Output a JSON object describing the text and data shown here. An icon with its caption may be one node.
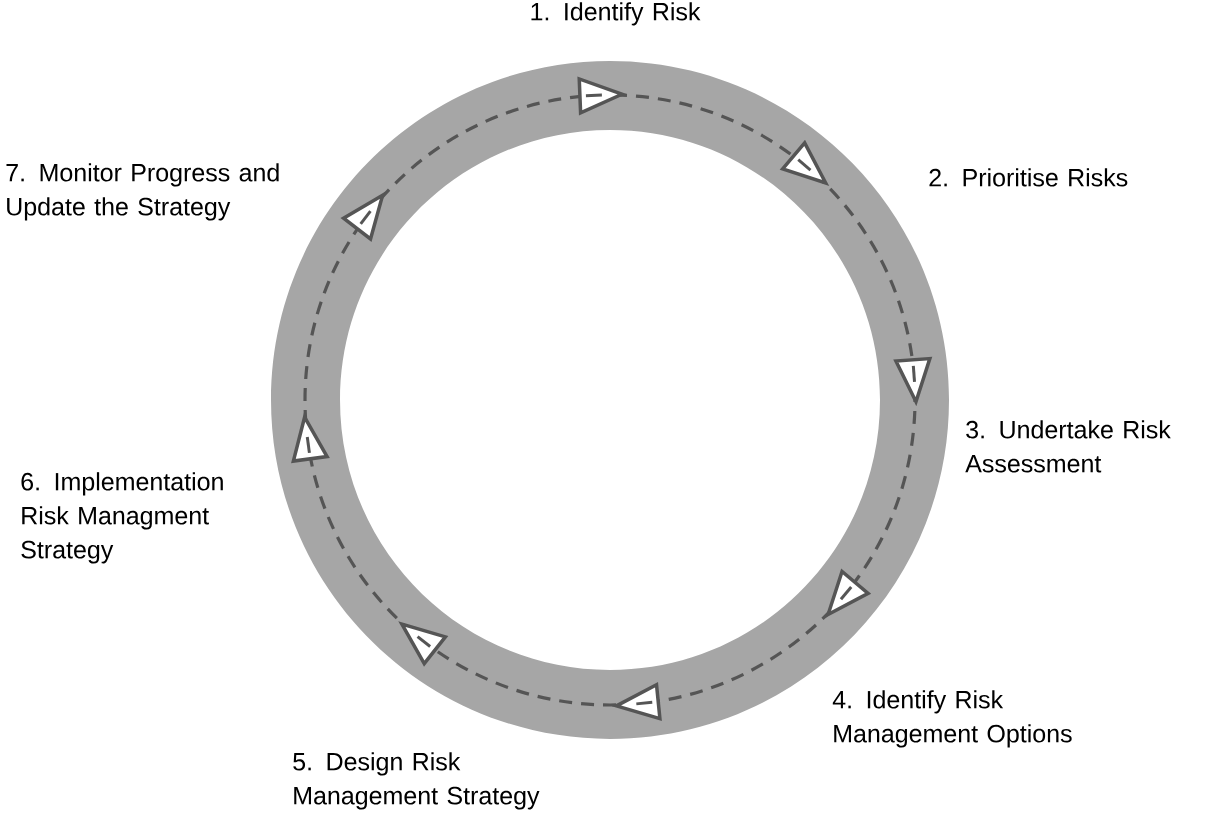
{
  "diagram": {
    "labels": [
      "1. Identify Risk",
      "2. Prioritise Risks",
      "3. Undertake Risk Assessment",
      "4. Identify Risk Management Options",
      "5. Design Risk Management Strategy",
      "6. Implementation Risk Managment Strategy",
      "7. Monitor Progress and Update the Strategy"
    ]
  }
}
